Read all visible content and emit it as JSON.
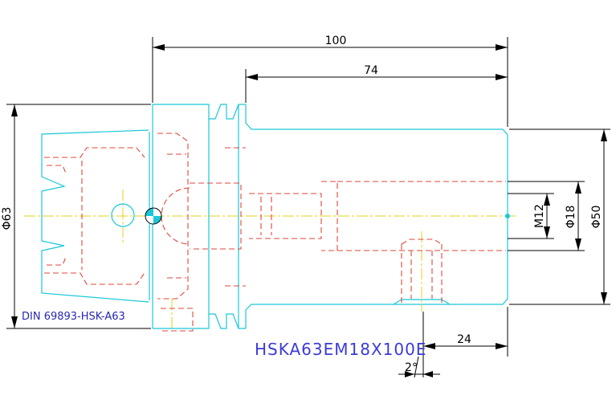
{
  "dimensions": {
    "overall_length": "100",
    "shank_length": "74",
    "flange_diameter": "Φ63",
    "body_diameter": "Φ50",
    "bore_diameter": "Φ18",
    "thread": "M12",
    "end_length": "24",
    "angle": "2°"
  },
  "designation": "HSKA63EM18X100E",
  "standard": "DIN 69893-HSK-A63",
  "colors": {
    "outline": "#19c8d8",
    "hidden": "#e0463b",
    "centerline": "#e6d21a",
    "dimension": "#000000",
    "text_designation": "#3b3bd6"
  }
}
